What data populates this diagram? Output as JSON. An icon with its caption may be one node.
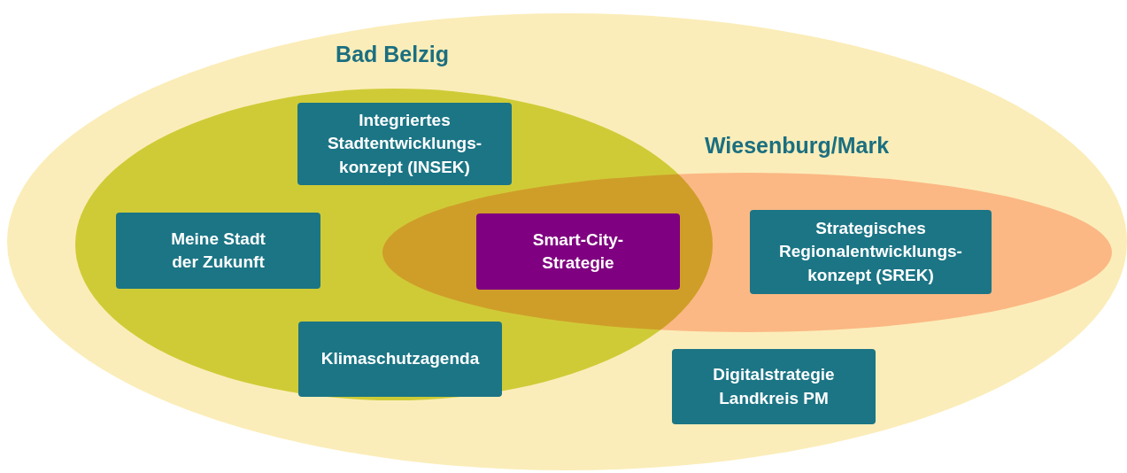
{
  "diagram": {
    "nodes": [
      {
        "text": [],
        "shape": "ellipse"
      },
      {
        "text": [
          "Bad Belzig"
        ],
        "in": 0
      },
      {
        "text": [
          "Wiesenburg/Mark"
        ],
        "in": 0
      },
      {
        "text": [
          "Integriertes Stadtentwicklungs-konzept (INSEK)"
        ],
        "in": 1
      },
      {
        "text": [
          "Meine Stadt der Zukunft"
        ],
        "in": 1
      },
      {
        "text": [
          "Klimaschutzagenda"
        ],
        "in": 1
      },
      {
        "text": [
          "Smart-City-Strategie"
        ]
      },
      {
        "text": [
          "Strategisches Regionalentwicklungs-konzept (SREK)"
        ],
        "in": 2
      },
      {
        "text": [
          "Digitalstrategie Landkreis PM"
        ],
        "in": 0
      }
    ],
    "edges": []
  }
}
